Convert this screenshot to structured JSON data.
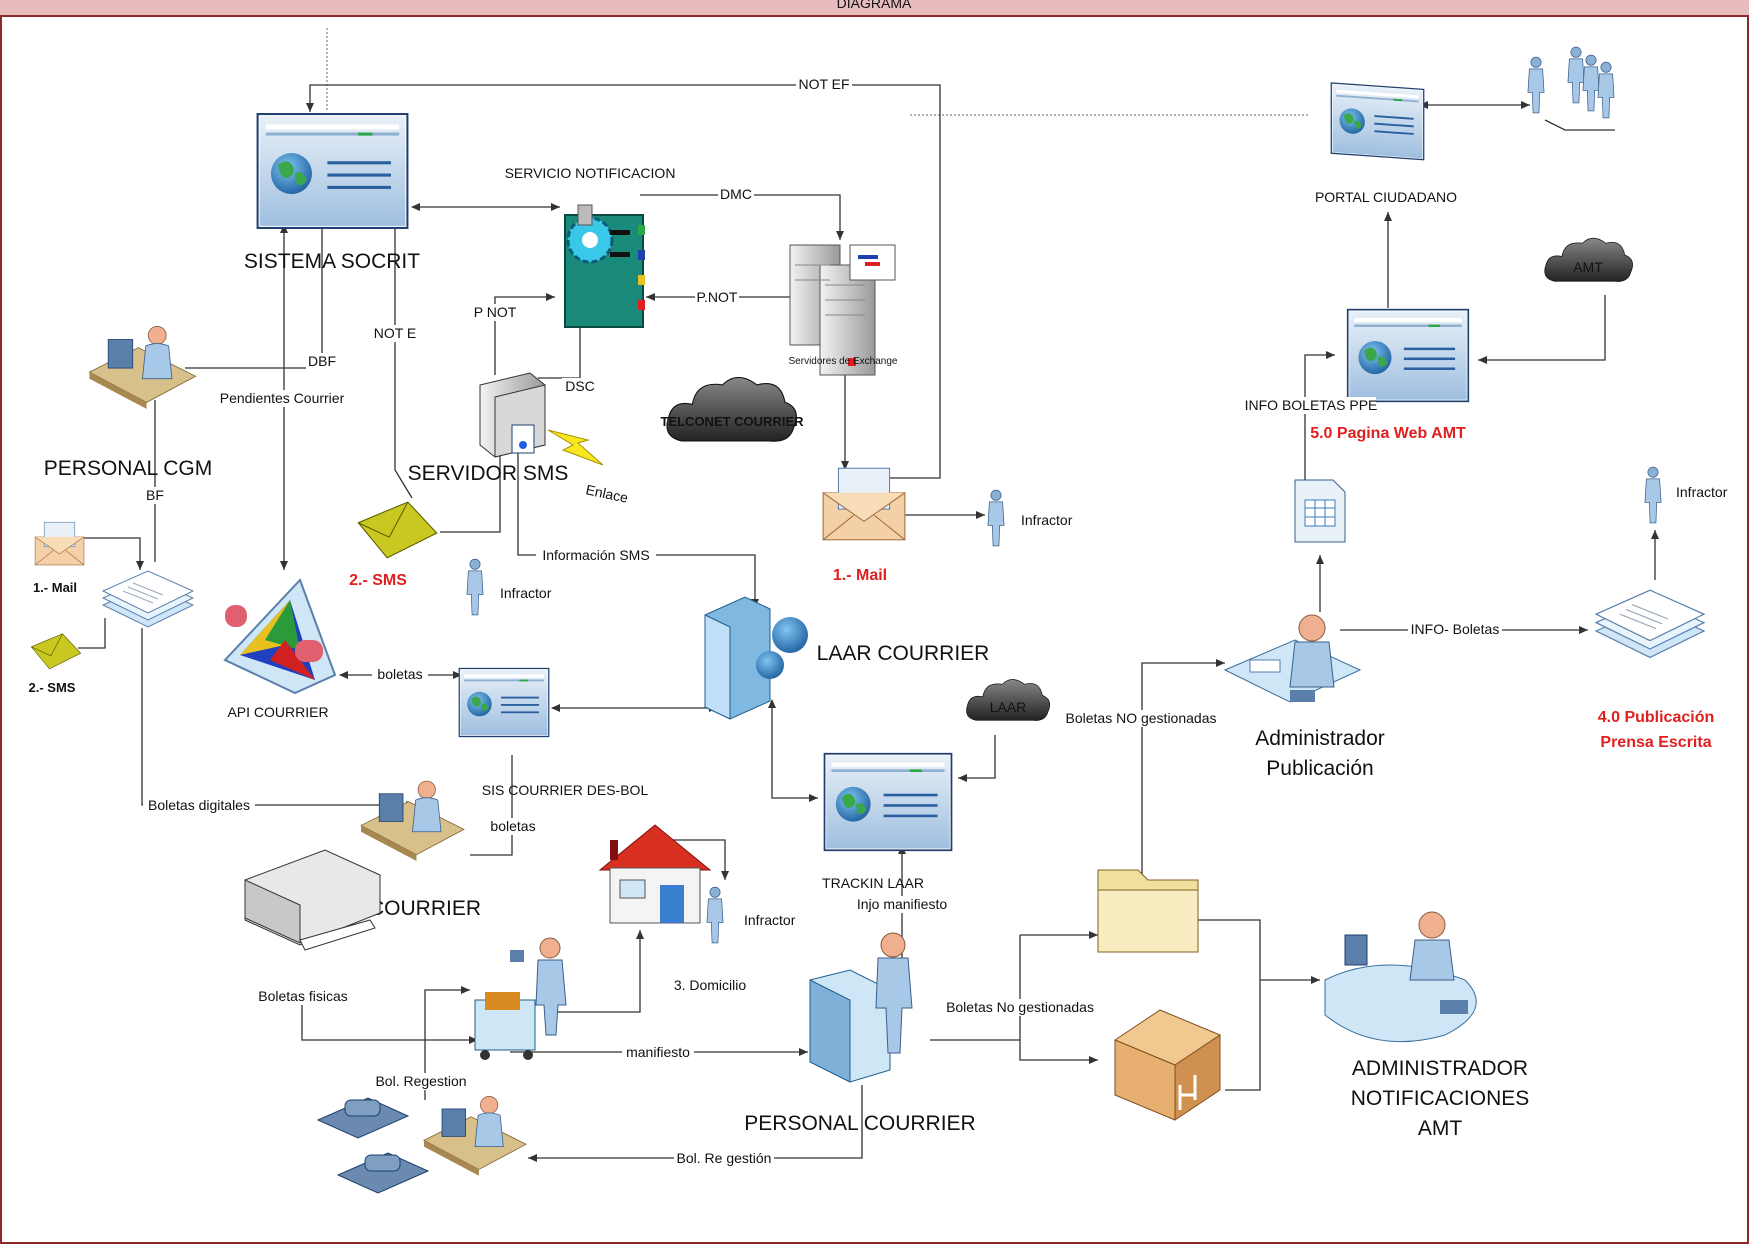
{
  "header": {
    "title": "DIAGRAMA"
  },
  "nodes": {
    "sistema_socrit": "SISTEMA SOCRIT",
    "servicio_notificacion": "SERVICIO NOTIFICACION",
    "servidores_exchange": "Servidores de Exchange",
    "servidor_sms": "SERVIDOR SMS",
    "telconet": "TELCONET COURRIER",
    "personal_cgm": "PERSONAL CGM",
    "api_courrier": "API COURRIER",
    "sis_courrier": "SIS COURRIER DES-BOL",
    "laar_courrier": "LAAR COURRIER",
    "laar_cloud": "LAAR",
    "trackin_laar": "TRACKIN LAAR",
    "courrier": "COURRIER",
    "personal_courrier": "PERSONAL COURRIER",
    "portal_ciudadano": "PORTAL CIUDADANO",
    "amt_cloud": "AMT",
    "pagina_web": "5.0 Pagina Web AMT",
    "admin_publicacion_1": "Administrador",
    "admin_publicacion_2": "Publicación",
    "publicacion_1": "4.0 Publicación",
    "publicacion_2": "Prensa Escrita",
    "admin_notif_1": "ADMINISTRADOR",
    "admin_notif_2": "NOTIFICACIONES",
    "admin_notif_3": "AMT",
    "mail_red": "1.- Mail",
    "sms_red": "2.-  SMS",
    "mail_left": "1.- Mail",
    "sms_left": "2.-  SMS",
    "domicilio": "3. Domicilio",
    "infractor": "Infractor"
  },
  "edges": {
    "not_ef": "NOT EF",
    "dmc": "DMC",
    "p_not_right": "P.NOT",
    "p_not_left": "P NOT",
    "dsc": "DSC",
    "not_e": "NOT E",
    "dbf": "DBF",
    "pendientes": "Pendientes Courrier",
    "bf": "BF",
    "enlace": "Enlace",
    "info_sms": "Información SMS",
    "boletas_api": "boletas",
    "boletas_courrier": "boletas",
    "boletas_digitales": "Boletas digitales",
    "boletas_fisicas": "Boletas fisicas",
    "manifiesto": "manifiesto",
    "bol_regestion": "Bol. Regestion",
    "bol_re_gestion": "Bol. Re gestión",
    "injo_manifiesto": "Injo manifiesto",
    "boletas_no_gest": "Boletas No gestionadas",
    "boletas_NO_gest": "Boletas NO gestionadas",
    "info_boletas": "INFO- Boletas",
    "info_boletas_ppe": "INFO BOLETAS PPE"
  },
  "colors": {
    "header_band": "#e8bcbc",
    "accent_red": "#e02020",
    "screen_blue": "#bcd4ec"
  }
}
